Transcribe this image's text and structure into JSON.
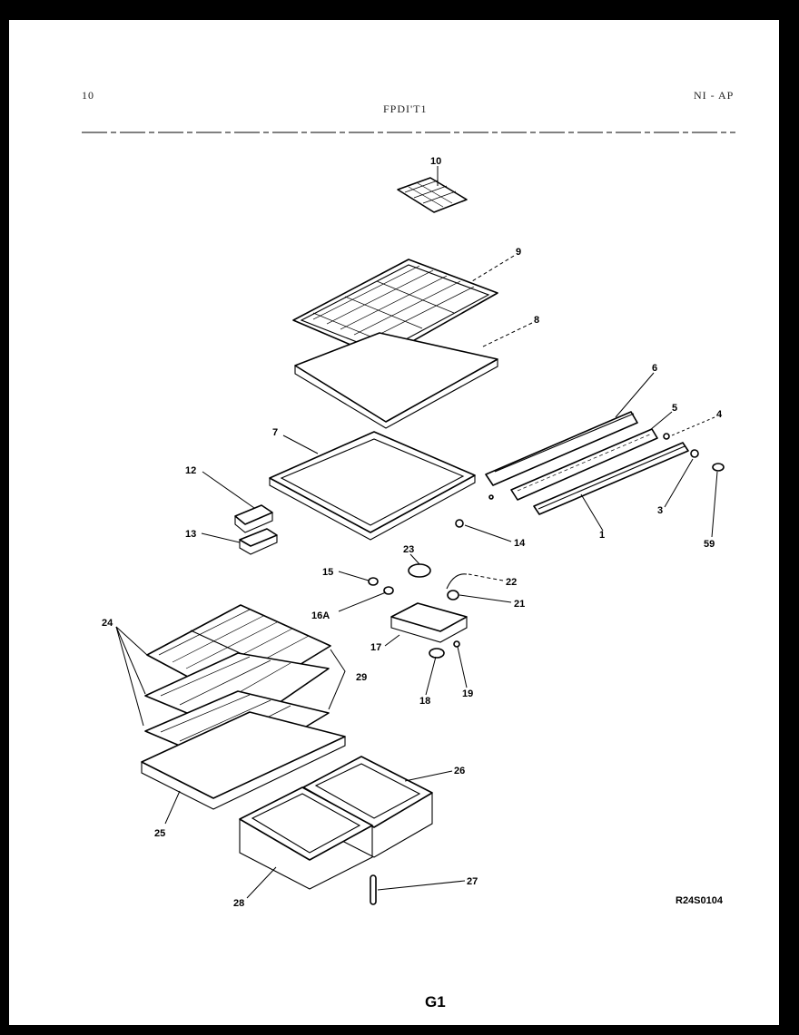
{
  "header": {
    "left": "10",
    "center": "FPDI'T1",
    "right": "NI - AP"
  },
  "parts": [
    "10",
    "9",
    "8",
    "7",
    "6",
    "5",
    "4",
    "12",
    "3",
    "13",
    "14",
    "1",
    "59",
    "23",
    "15",
    "22",
    "16A",
    "21",
    "24",
    "17",
    "29",
    "18",
    "19",
    "26",
    "25",
    "27",
    "28"
  ],
  "diagram_code": "R24S0104",
  "page_label": "G1"
}
